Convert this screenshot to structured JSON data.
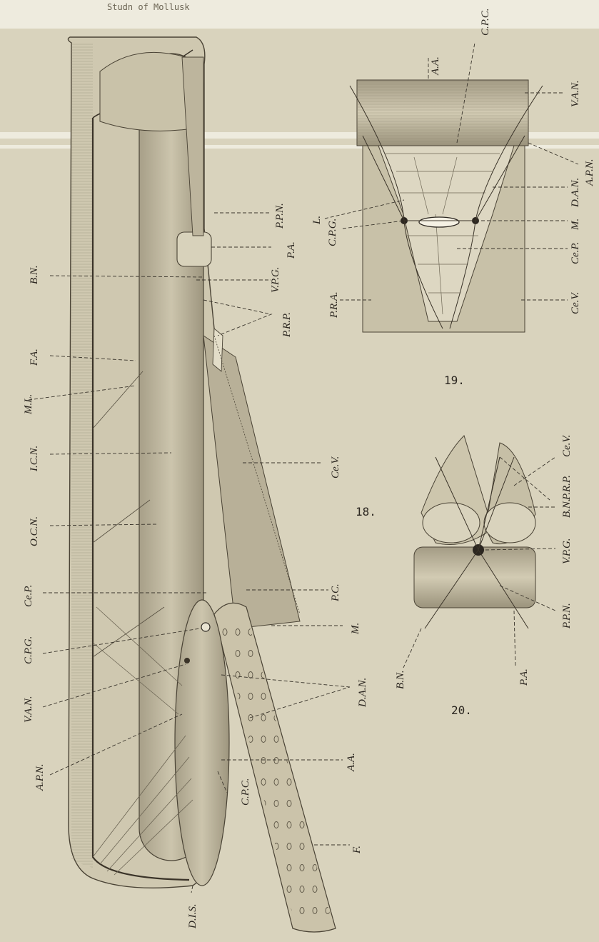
{
  "header": {
    "text": "Studn of Mollusk"
  },
  "figures": {
    "fig18": {
      "number": "18.",
      "labels": {
        "b_n": "B.N.",
        "f_a": "F.A.",
        "m_l": "M.L.",
        "i_c_n": "I.C.N.",
        "o_c_n": "O.C.N.",
        "ce_p": "Ce.P.",
        "c_p_g": "C.P.G.",
        "v_a_n": "V.A.N.",
        "a_p_n": "A.P.N.",
        "d_i_s": "D.I.S.",
        "p_p_n": "P.P.N.",
        "p_a": "P.A.",
        "v_p_g": "V.P.G.",
        "p_r_p": "P.R.P.",
        "ce_v": "Ce.V.",
        "p_c": "P.C.",
        "m": "M.",
        "d_a_n": "D.A.N.",
        "a_a": "A.A.",
        "c_p_c": "C.P.C.",
        "f": "F."
      }
    },
    "fig19": {
      "number": "19.",
      "labels": {
        "a_a": "A.A.",
        "c_p_c": "C.P.C.",
        "v_a_n": "V.A.N.",
        "a_p_n": "A.P.N.",
        "d_a_n": "D.A.N.",
        "m": "M.",
        "ce_p": "Ce.P.",
        "ce_v": "Ce.V.",
        "l": "L.",
        "c_p_g": "C.P.G.",
        "p_r_a": "P.R.A."
      }
    },
    "fig20": {
      "number": "20.",
      "labels": {
        "p_r_p": "P.R.P.",
        "ce_v": "Ce.V.",
        "b_n": "B.N.",
        "v_p_g": "V.P.G.",
        "p_p_n": "P.P.N.",
        "b_n_lower": "B.N.",
        "p_a": "P.A."
      }
    }
  },
  "colors": {
    "paper": "#d9d3bd",
    "ink": "#3a3328",
    "shade": "#b9b19a",
    "band": "#f1eee4"
  }
}
